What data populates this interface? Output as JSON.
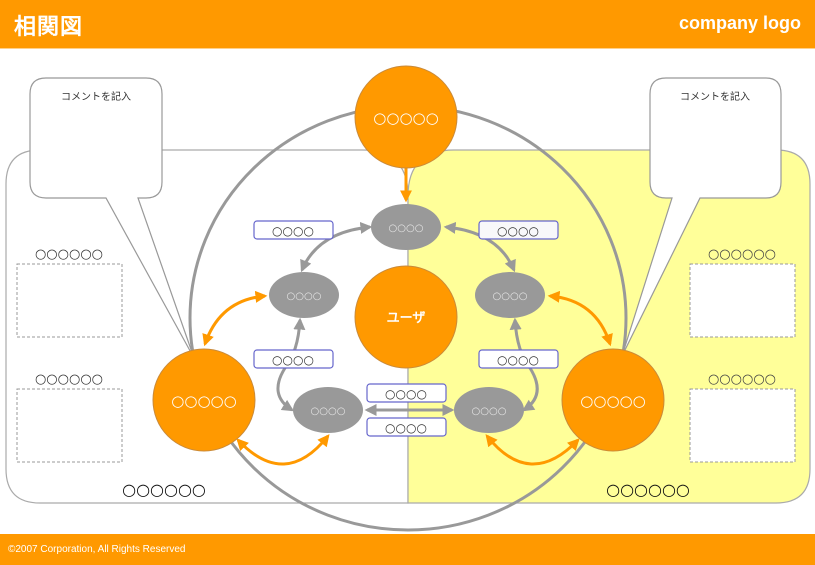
{
  "header": {
    "title": "相関図",
    "logo": "company logo"
  },
  "footer": {
    "copyright": "©2007 Corporation, All Rights Reserved"
  },
  "colors": {
    "accent": "#ff9900",
    "node_gray": "#999999",
    "right_panel": "#ffff99",
    "label_border": "#6666cc"
  },
  "left_panel": {
    "section1_title": "○○○○○○",
    "section2_title": "○○○○○○",
    "bottom_label": "○○○○○○",
    "comment": "コメントを記入"
  },
  "right_panel": {
    "section1_title": "○○○○○○",
    "section2_title": "○○○○○○",
    "bottom_label": "○○○○○○",
    "comment": "コメントを記入"
  },
  "nodes": {
    "top": "○○○○○",
    "left": "○○○○○",
    "right": "○○○○○",
    "center": "ユーザ",
    "gray_top": "○○○○",
    "gray_left_upper": "○○○○",
    "gray_right_upper": "○○○○",
    "gray_left_lower": "○○○○",
    "gray_right_lower": "○○○○"
  },
  "labels": {
    "top_left": "○○○○",
    "top_right": "○○○○",
    "mid_left": "○○○○",
    "mid_right": "○○○○",
    "center_upper": "○○○○",
    "center_lower": "○○○○"
  }
}
